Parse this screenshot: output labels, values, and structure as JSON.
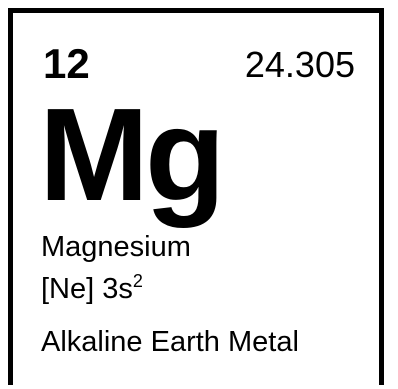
{
  "element": {
    "atomic_number": "12",
    "atomic_mass": "24.305",
    "symbol": "Mg",
    "name": "Magnesium",
    "configuration_core": "[Ne] 3s",
    "configuration_superscript": "2",
    "category": "Alkaline Earth Metal"
  },
  "colors": {
    "border": "#000000",
    "background": "#ffffff",
    "text": "#000000"
  }
}
